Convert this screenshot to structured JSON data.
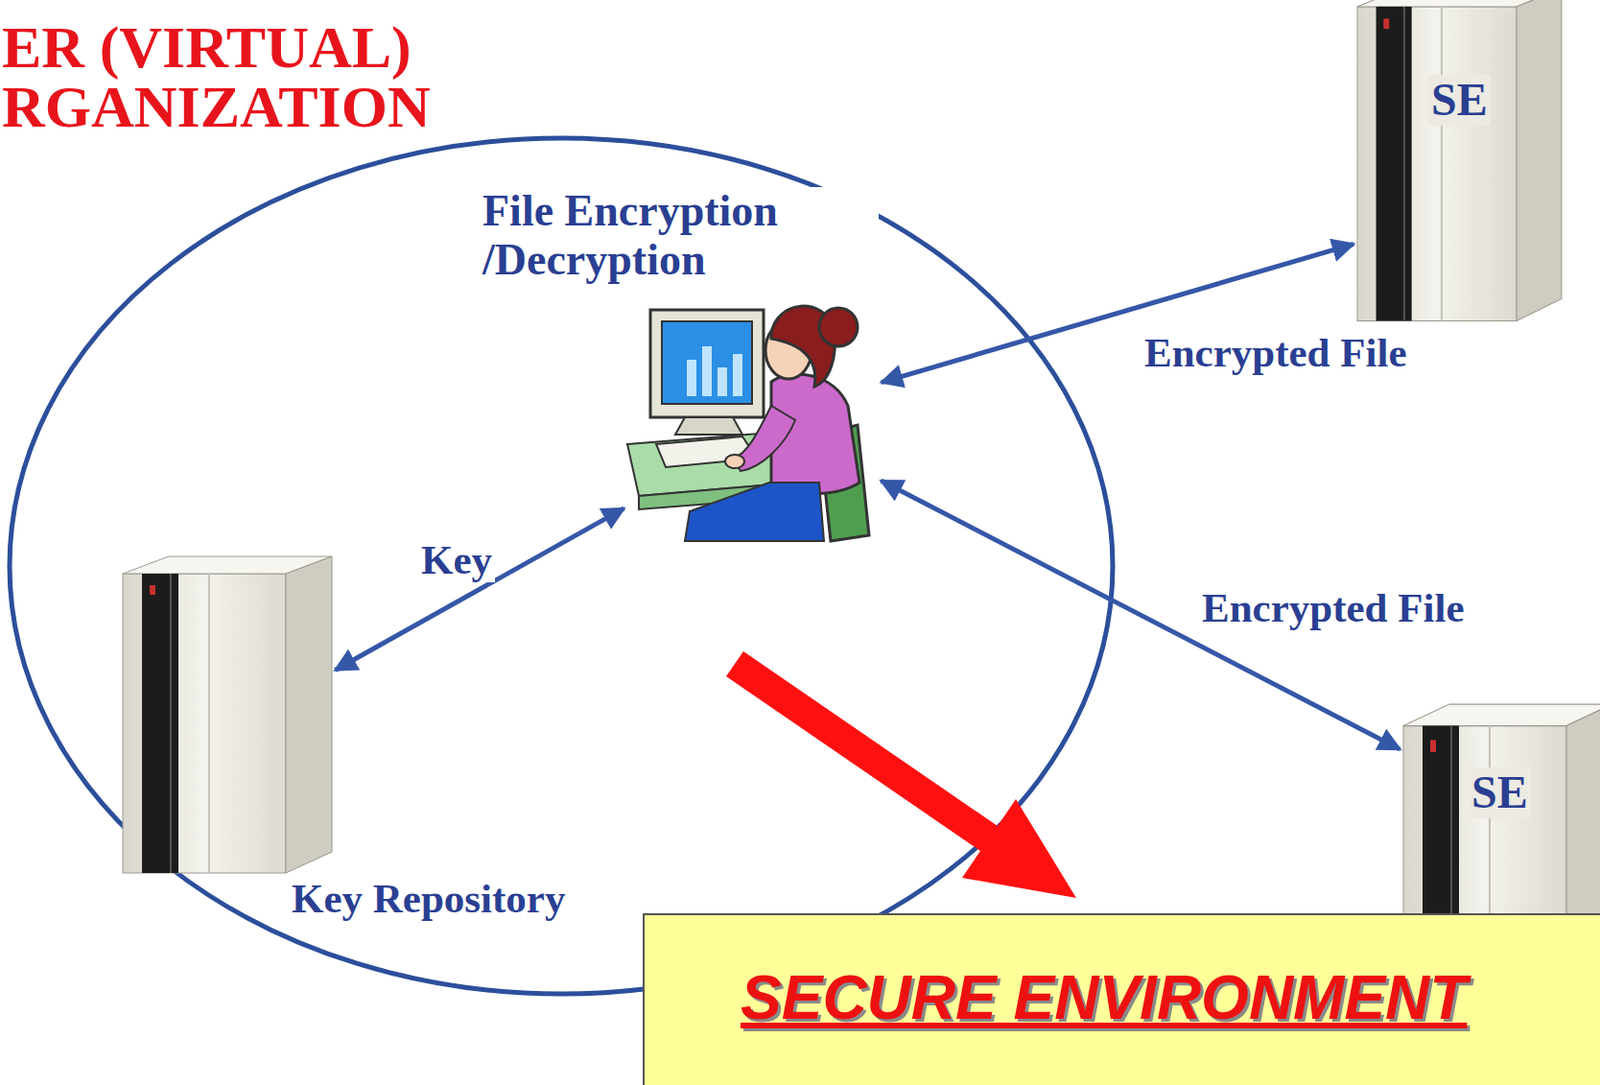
{
  "diagram": {
    "title": "ER (VIRTUAL) RGANIZATION",
    "nodes": [
      {
        "text": [
          "File Encryption /Decryption"
        ]
      },
      {
        "text": [
          "SE"
        ]
      },
      {
        "text": [
          "Key Repository"
        ]
      },
      {
        "text": [
          "SE"
        ]
      },
      {
        "text": [
          "SECURE ENVIRONMENT"
        ]
      }
    ],
    "edges": [
      {
        "from": 2,
        "to": 0,
        "label": "Key",
        "arrow": "both"
      },
      {
        "from": 0,
        "to": 1,
        "label": "Encrypted File",
        "arrow": "both"
      },
      {
        "from": 0,
        "to": 3,
        "label": "Encrypted File",
        "arrow": "both"
      }
    ]
  }
}
